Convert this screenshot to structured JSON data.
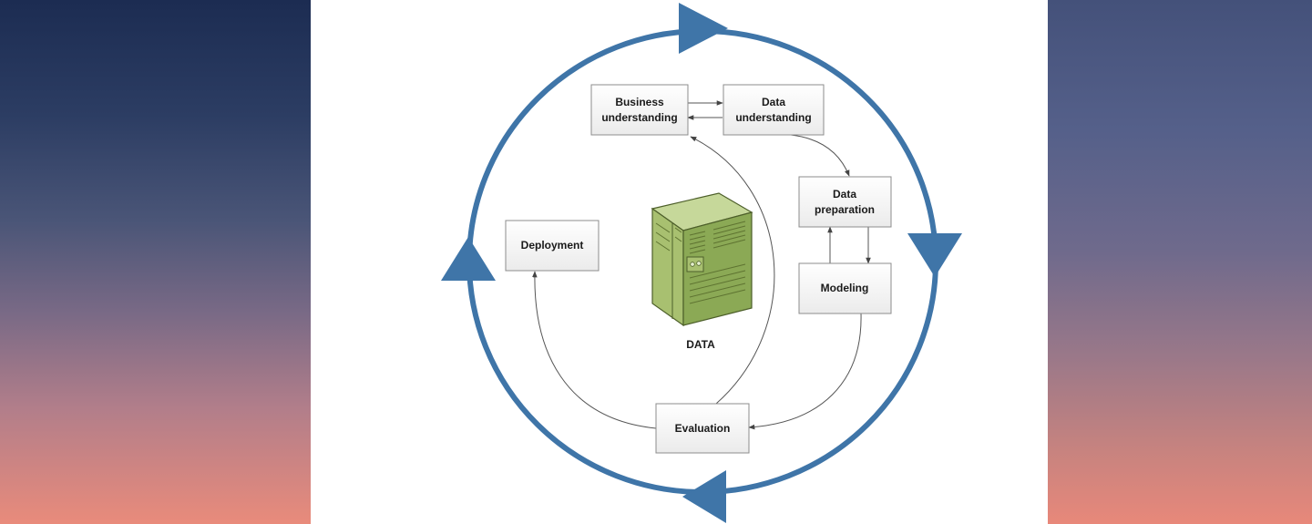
{
  "diagram": {
    "nodes": {
      "business": {
        "line1": "Business",
        "line2": "understanding"
      },
      "data_understanding": {
        "line1": "Data",
        "line2": "understanding"
      },
      "data_preparation": {
        "line1": "Data",
        "line2": "preparation"
      },
      "modeling": {
        "label": "Modeling"
      },
      "evaluation": {
        "label": "Evaluation"
      },
      "deployment": {
        "label": "Deployment"
      }
    },
    "center": {
      "label": "DATA",
      "icon": "server-icon"
    },
    "colors": {
      "cycle": "#3f75a8",
      "box_border": "#8c8c8c",
      "box_fill_top": "#ffffff",
      "box_fill_bottom": "#ebebeb",
      "server_front": "#a8c070",
      "server_side": "#7f9b48"
    }
  }
}
